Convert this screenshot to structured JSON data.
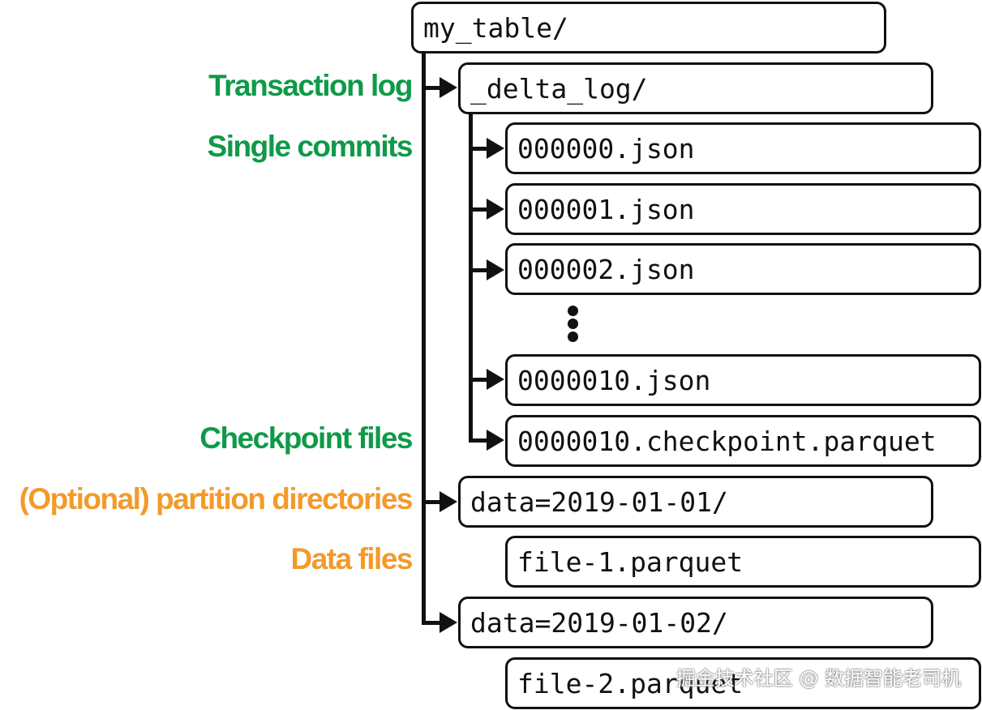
{
  "nodes": {
    "root": "my_table/",
    "delta_log": "_delta_log/",
    "commit_0": "000000.json",
    "commit_1": "000001.json",
    "commit_2": "000002.json",
    "commit_10": "0000010.json",
    "checkpoint": "0000010.checkpoint.parquet",
    "partition_1": "data=2019-01-01/",
    "file_1": "file-1.parquet",
    "partition_2": "data=2019-01-02/",
    "file_2": "file-2.parquet"
  },
  "labels": {
    "transaction_log": "Transaction log",
    "single_commits": "Single commits",
    "checkpoint_files": "Checkpoint files",
    "partition_dirs": "(Optional) partition directories",
    "data_files": "Data files"
  },
  "colors": {
    "metadata_label": "#0e9a48",
    "data_label": "#f39a2b",
    "stroke": "#111111"
  },
  "watermark": "掘金技术社区 @ 数据智能老司机"
}
